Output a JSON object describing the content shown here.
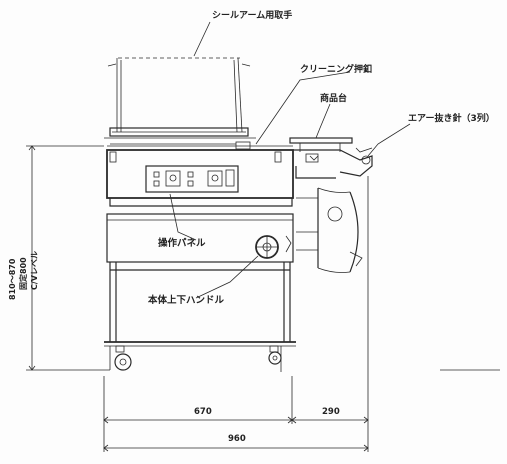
{
  "labels": {
    "seal_arm_handle": "シールアーム用取手",
    "cleaning_holder": "クリーニング押釦",
    "product_table": "商品台",
    "air_vent_needle": "エアー抜き針（3列）",
    "control_panel": "操作パネル",
    "body_updown_handle": "本体上下ハンドル"
  },
  "dimensions": {
    "height_range": "810～870",
    "height_fixed": "固定800",
    "height_note": "C/Vレベル",
    "width_main": "670",
    "width_table": "290",
    "width_total": "960"
  }
}
